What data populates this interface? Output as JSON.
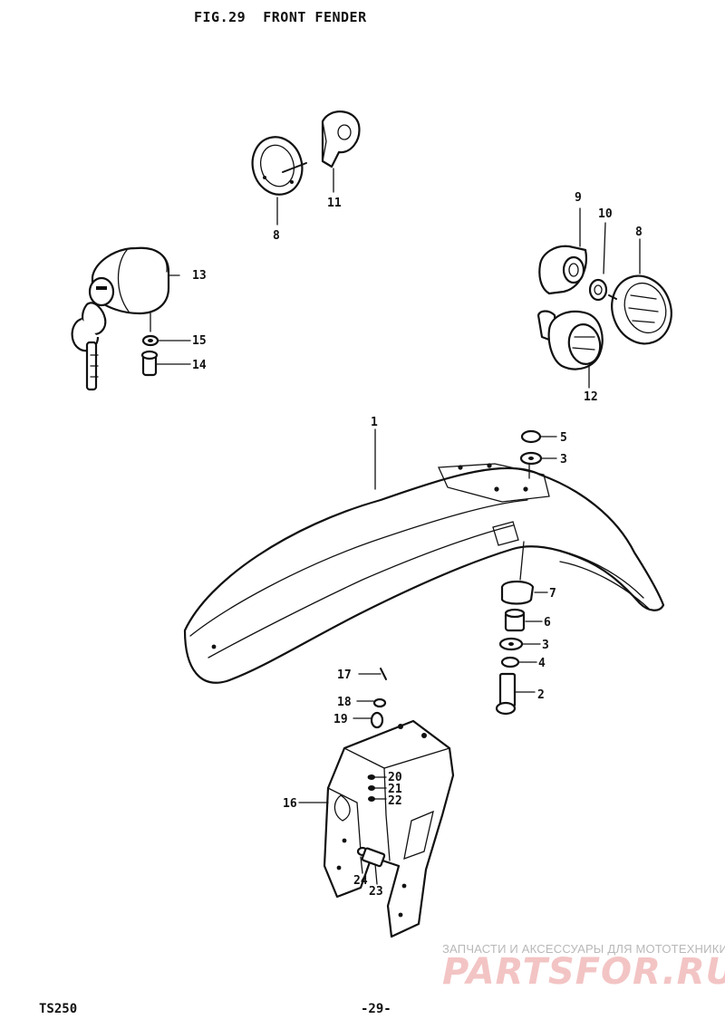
{
  "header": {
    "title": "FIG.29  FRONT FENDER"
  },
  "footer": {
    "model": "TS250",
    "page": "-29-"
  },
  "watermark": {
    "top_text": "ЗАПЧАСТИ И АКСЕССУАРЫ ДЛЯ МОТОТЕХНИКИ",
    "logo_text": "PARTSFOR.RU",
    "logo_color": "#f3c4c4"
  },
  "callouts": {
    "c1": "1",
    "c2": "2",
    "c3a": "3",
    "c3b": "3",
    "c4": "4",
    "c5": "5",
    "c6": "6",
    "c7": "7",
    "c8a": "8",
    "c8b": "8",
    "c9": "9",
    "c10": "10",
    "c11": "11",
    "c12": "12",
    "c13": "13",
    "c14": "14",
    "c15": "15",
    "c16": "16",
    "c17": "17",
    "c18": "18",
    "c19": "19",
    "c20": "20",
    "c21": "21",
    "c22": "22",
    "c23": "23",
    "c24": "24"
  }
}
